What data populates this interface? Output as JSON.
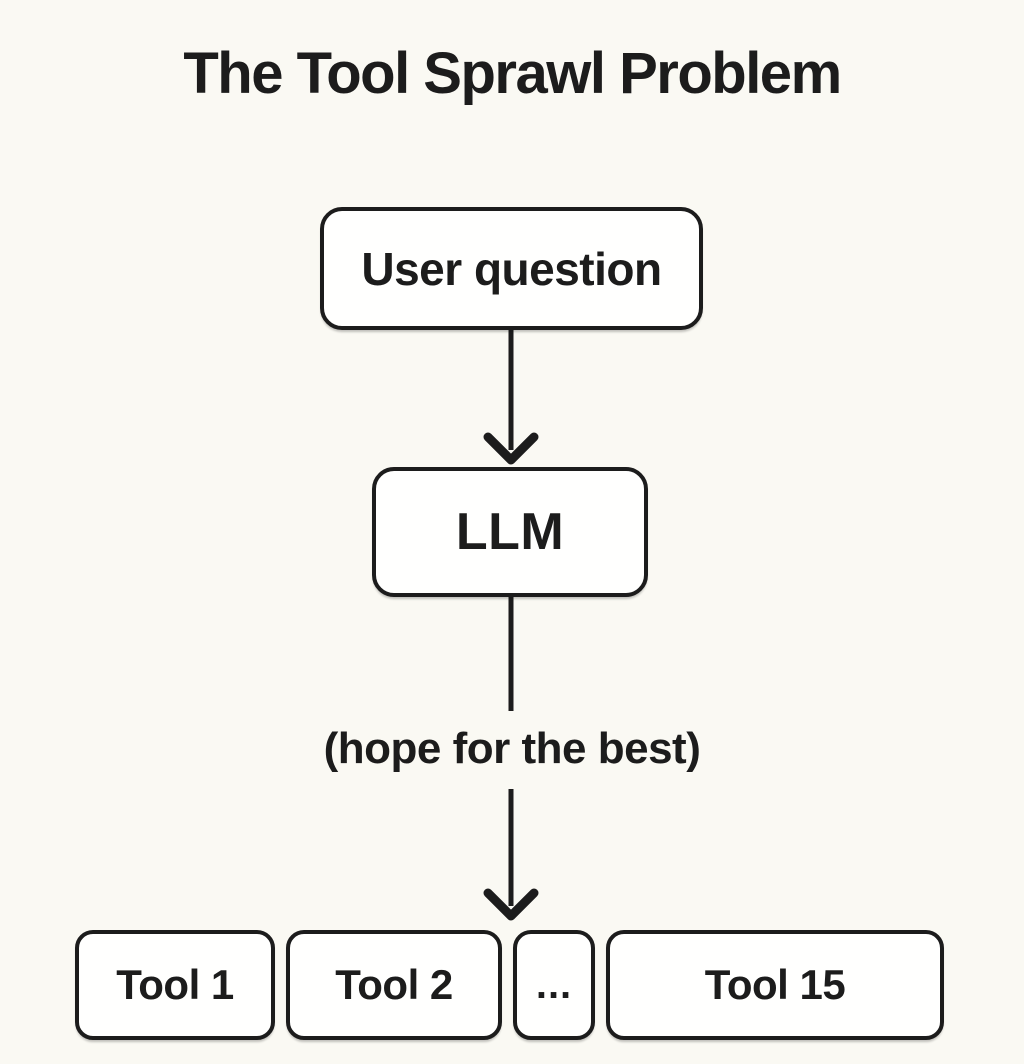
{
  "title": "The Tool Sprawl Problem",
  "nodes": {
    "user_question": "User question",
    "llm": "LLM",
    "annotation": "(hope for the best)"
  },
  "tools": [
    {
      "label": "Tool 1"
    },
    {
      "label": "Tool 2"
    },
    {
      "label": "..."
    },
    {
      "label": "Tool 15"
    }
  ],
  "icons": {
    "arrow_user_to_llm": "down-arrow-icon",
    "arrow_llm_to_tools": "down-arrow-icon"
  },
  "colors": {
    "background": "#faf9f3",
    "box_fill": "#fffffe",
    "stroke": "#1c1c1c"
  }
}
